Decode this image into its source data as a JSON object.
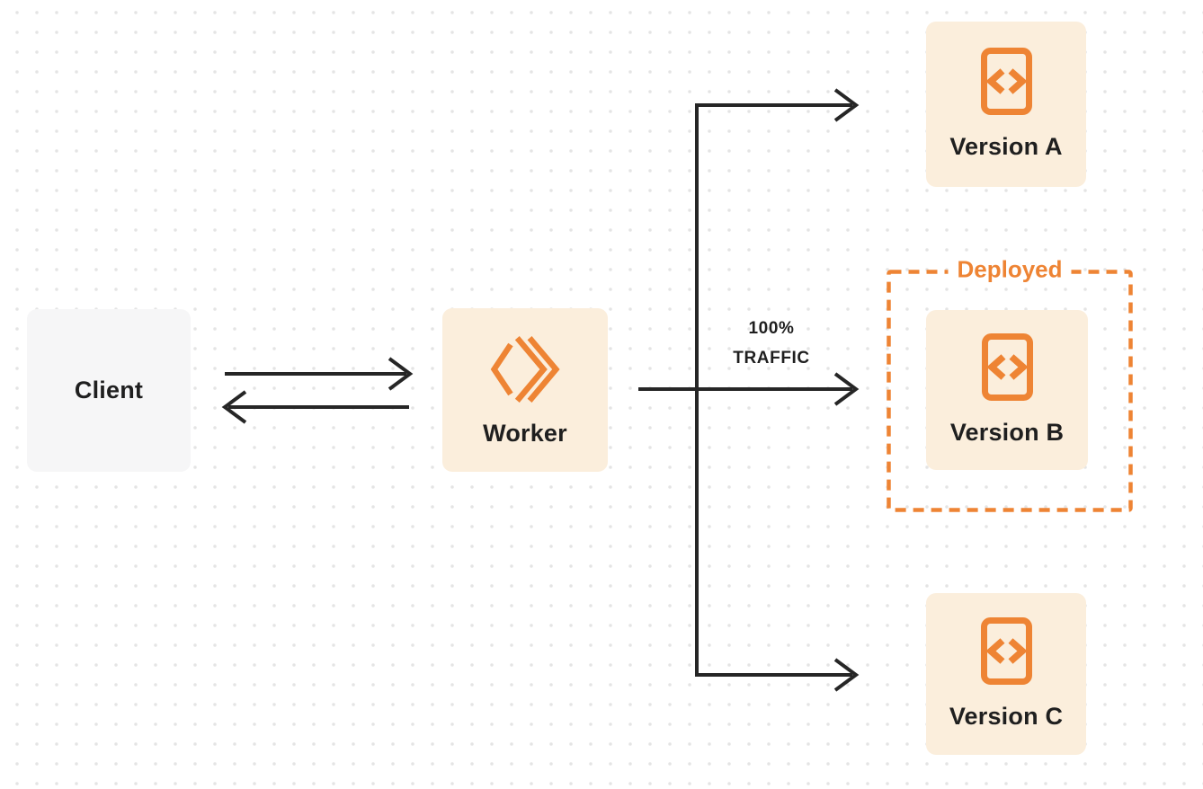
{
  "diagram": {
    "client": {
      "label": "Client"
    },
    "worker": {
      "label": "Worker",
      "icon": "workers-logo-icon"
    },
    "traffic_label": {
      "line1": "100%",
      "line2": "TRAFFIC"
    },
    "deployed_label": "Deployed",
    "versions": [
      {
        "label": "Version A",
        "icon": "code-file-icon",
        "deployed": false
      },
      {
        "label": "Version B",
        "icon": "code-file-icon",
        "deployed": true
      },
      {
        "label": "Version C",
        "icon": "code-file-icon",
        "deployed": false
      }
    ]
  },
  "colors": {
    "orange": "#EE8434",
    "peach": "#FBEEDC",
    "gray_box": "#F6F6F7",
    "arrow": "#262626",
    "text": "#1F1F1F",
    "dot": "#E4E4E4",
    "background": "#FFFFFF"
  }
}
